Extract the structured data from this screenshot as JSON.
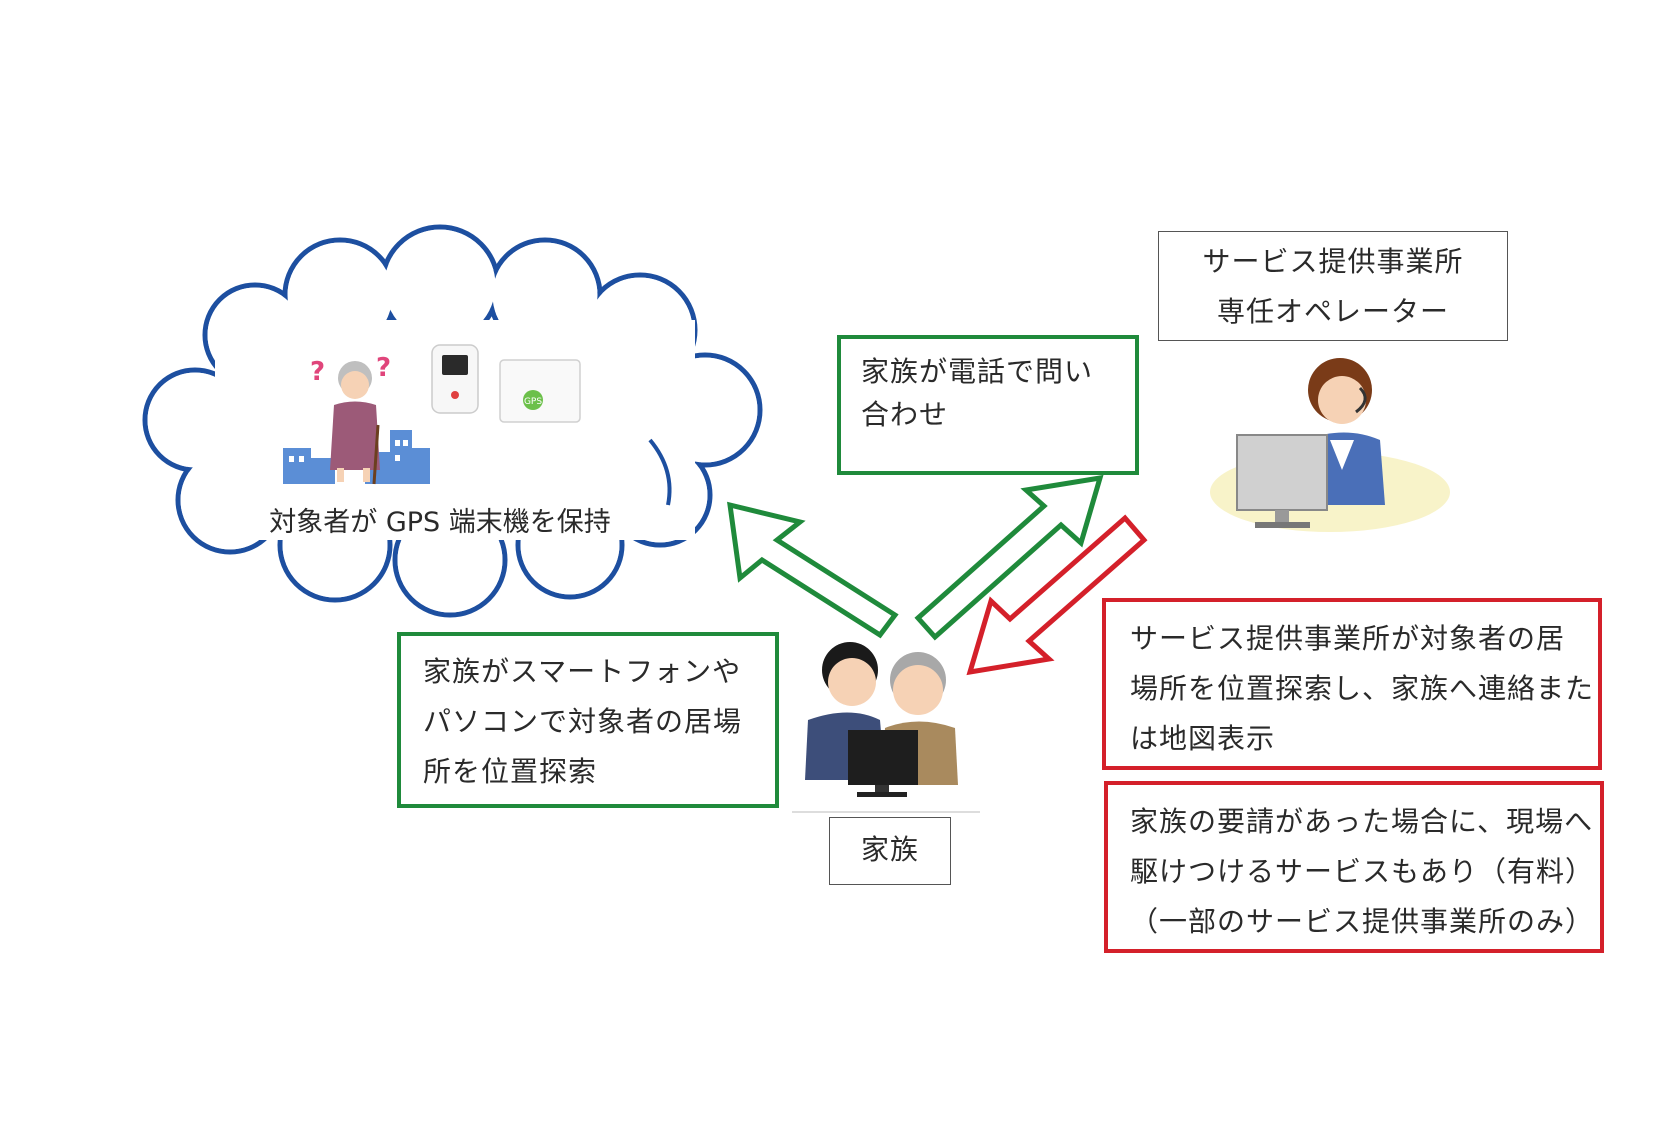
{
  "cloud": {
    "caption": "対象者が GPS 端末機を保持"
  },
  "operator_box": {
    "lines": [
      "サービス提供事業所",
      "専任オペレーター"
    ]
  },
  "phone_box": {
    "lines": [
      "家族が電話で問い",
      "合わせ"
    ]
  },
  "smartphone_box": {
    "lines": [
      "家族がスマートフォンや",
      "パソコンで対象者の居場",
      "所を位置探索"
    ]
  },
  "family_label": {
    "text": "家族"
  },
  "service_box": {
    "lines": [
      "サービス提供事業所が対象者の居",
      "場所を位置探索し、家族へ連絡また",
      "は地図表示"
    ]
  },
  "rush_box": {
    "lines": [
      "家族の要請があった場合に、現場へ",
      "駆けつけるサービスもあり（有料）",
      "（一部のサービス提供事業所のみ）"
    ]
  },
  "device": {
    "badge": "GPS"
  },
  "colors": {
    "green": "#1f8a3b",
    "red": "#d4202a",
    "cloud_blue": "#1d4fa0",
    "building_blue": "#5b8ed6"
  },
  "icons": [
    "question-mark-icon",
    "elderly-woman-icon",
    "cane-icon",
    "buildings-icon",
    "gps-device-icon",
    "operator-icon",
    "headset-icon",
    "family-icon",
    "monitor-icon"
  ]
}
